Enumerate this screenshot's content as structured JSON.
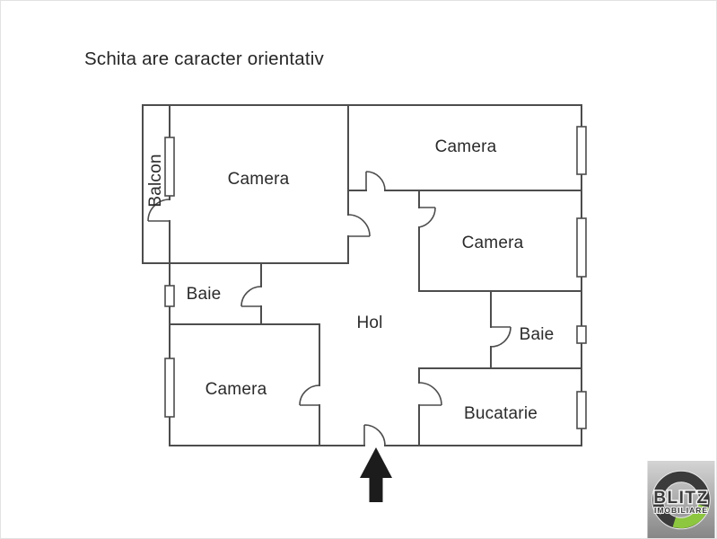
{
  "page": {
    "title": "Schita are caracter orientativ"
  },
  "floor_plan": {
    "rooms": [
      {
        "id": "balcon",
        "label": "Balcon"
      },
      {
        "id": "camera-top-left",
        "label": "Camera"
      },
      {
        "id": "camera-top-right",
        "label": "Camera"
      },
      {
        "id": "camera-middle-right",
        "label": "Camera"
      },
      {
        "id": "baie-left",
        "label": "Baie"
      },
      {
        "id": "hol",
        "label": "Hol"
      },
      {
        "id": "baie-right",
        "label": "Baie"
      },
      {
        "id": "camera-bottom-left",
        "label": "Camera"
      },
      {
        "id": "bucatarie",
        "label": "Bucatarie"
      }
    ],
    "icons": {
      "entrance": "arrow-up-icon"
    },
    "colors": {
      "wall": "#4d4d4d",
      "label": "#2b2b2b",
      "arrow": "#1c1c1c"
    }
  },
  "logo": {
    "brand": "BLITZ",
    "tagline": "IMOBILIARE",
    "colors": {
      "ring": "#3b3b3b",
      "accent": "#8dc63f"
    }
  }
}
